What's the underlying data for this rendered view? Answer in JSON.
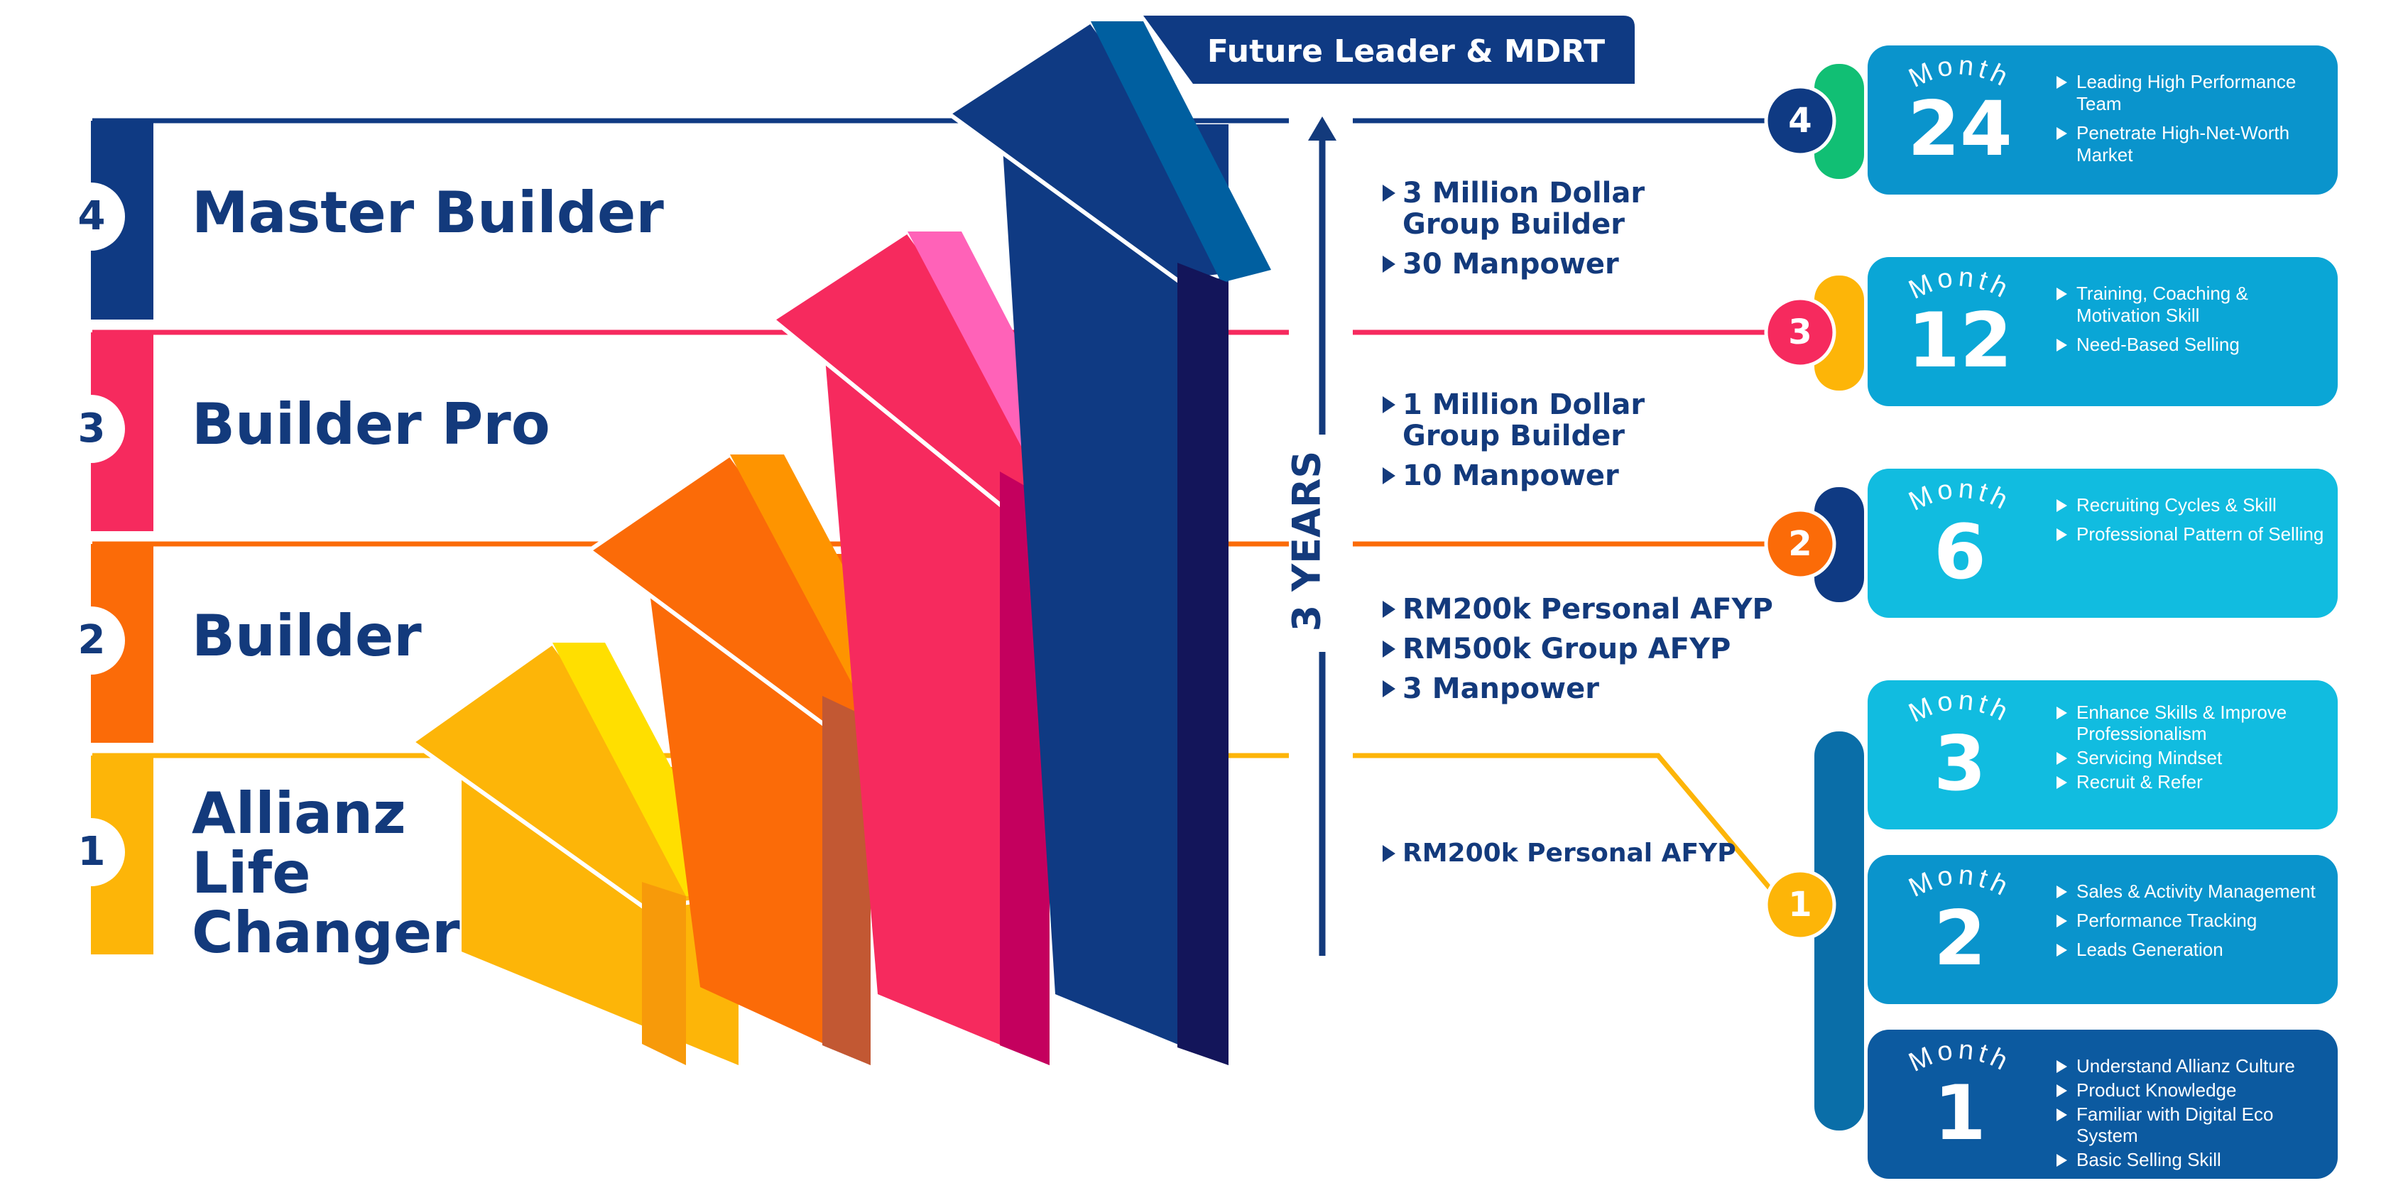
{
  "colors": {
    "navy": "#133a7c",
    "level4": "#0f3a83",
    "level3": "#f62a5e",
    "level2": "#fb6b08",
    "level1": "#fdb508",
    "accent_green": "#11bf74",
    "card_dark": "#0c5aa0",
    "card_mid": "#0a94cc",
    "card_light": "#11bce0"
  },
  "top_label": "Future Leader & MDRT",
  "timeline_label": "3 YEARS",
  "levels": [
    {
      "number": "4",
      "title": "Master Builder"
    },
    {
      "number": "3",
      "title": "Builder Pro"
    },
    {
      "number": "2",
      "title": "Builder"
    },
    {
      "number": "1",
      "title_lines": [
        "Allianz",
        "Life",
        "Changer"
      ]
    }
  ],
  "requirements": {
    "level4": [
      "3 Million Dollar Group Builder",
      "30 Manpower"
    ],
    "level3": [
      "1 Million Dollar Group Builder",
      "10 Manpower"
    ],
    "level2": [
      "RM200k Personal AFYP",
      "RM500k Group AFYP",
      "3 Manpower"
    ],
    "level1": [
      "RM200k Personal AFYP"
    ]
  },
  "step_markers": [
    "4",
    "3",
    "2",
    "1"
  ],
  "months_word": "Month",
  "month_cards": [
    {
      "month": "24",
      "items": [
        "Leading High Performance Team",
        "Penetrate High-Net-Worth Market"
      ]
    },
    {
      "month": "12",
      "items": [
        "Training, Coaching & Motivation Skill",
        "Need-Based Selling"
      ]
    },
    {
      "month": "6",
      "items": [
        "Recruiting Cycles & Skill",
        "Professional Pattern of Selling"
      ]
    },
    {
      "month": "3",
      "items": [
        "Enhance  Skills & Improve Professionalism",
        "Servicing Mindset",
        "Recruit & Refer"
      ]
    },
    {
      "month": "2",
      "items": [
        "Sales & Activity Management",
        "Performance Tracking",
        "Leads Generation"
      ]
    },
    {
      "month": "1",
      "items": [
        "Understand Allianz Culture",
        "Product Knowledge",
        "Familiar with Digital Eco System",
        "Basic Selling Skill"
      ]
    }
  ]
}
